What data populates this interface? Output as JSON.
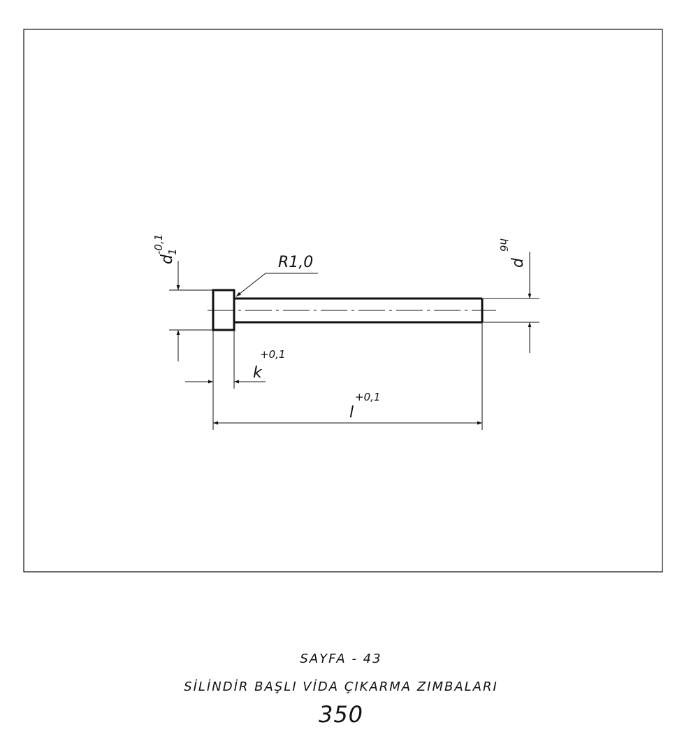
{
  "drawing": {
    "d1_label": "d",
    "d1_sub": "1",
    "d1_tol": "-0,1",
    "radius_label": "R1,0",
    "d_label": "d",
    "d_tol": "h6",
    "k_label": "k",
    "k_tol": "+0,1",
    "l_label": "l",
    "l_tol": "+0,1"
  },
  "caption": {
    "page": "SAYFA - 43",
    "title": "SİLİNDİR BAŞLI VİDA ÇIKARMA ZIMBALARI",
    "number": "350"
  }
}
